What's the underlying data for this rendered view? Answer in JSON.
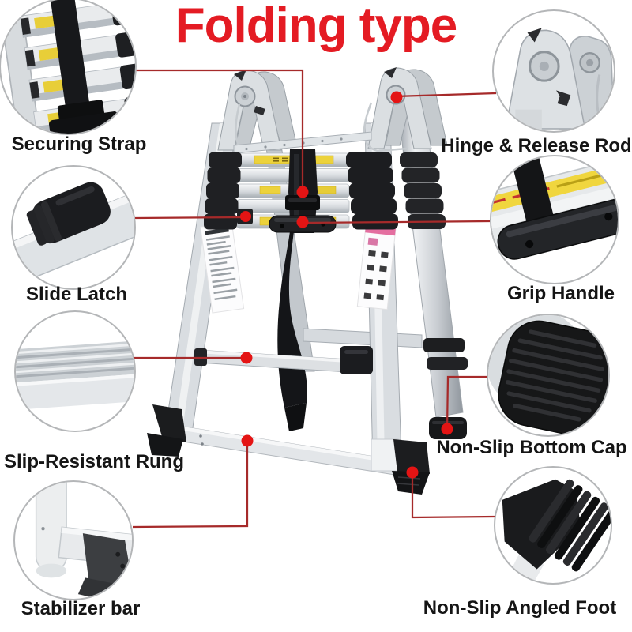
{
  "title": "Folding type",
  "colors": {
    "title_red": "#e41b23",
    "callout_line_red": "#a62a2a",
    "callout_dot_red": "#e41414",
    "label_black": "#151515",
    "circle_border_gray": "#b4b6b8",
    "background": "#ffffff",
    "ladder_silver": "#d9dde1",
    "ladder_black_parts": "#17181b",
    "warning_label_yellow": "#ecd23c"
  },
  "features": {
    "securing_strap": {
      "label": "Securing Strap",
      "side": "left"
    },
    "slide_latch": {
      "label": "Slide Latch",
      "side": "left"
    },
    "slip_resistant_rung": {
      "label": "Slip-Resistant Rung",
      "side": "left"
    },
    "stabilizer_bar": {
      "label": "Stabilizer bar",
      "side": "left"
    },
    "hinge_release_rod": {
      "label": "Hinge & Release Rod",
      "side": "right"
    },
    "grip_handle": {
      "label": "Grip Handle",
      "side": "right"
    },
    "non_slip_bottom_cap": {
      "label": "Non-Slip Bottom Cap",
      "side": "right"
    },
    "non_slip_angled_foot": {
      "label": "Non-Slip Angled Foot",
      "side": "right"
    }
  }
}
